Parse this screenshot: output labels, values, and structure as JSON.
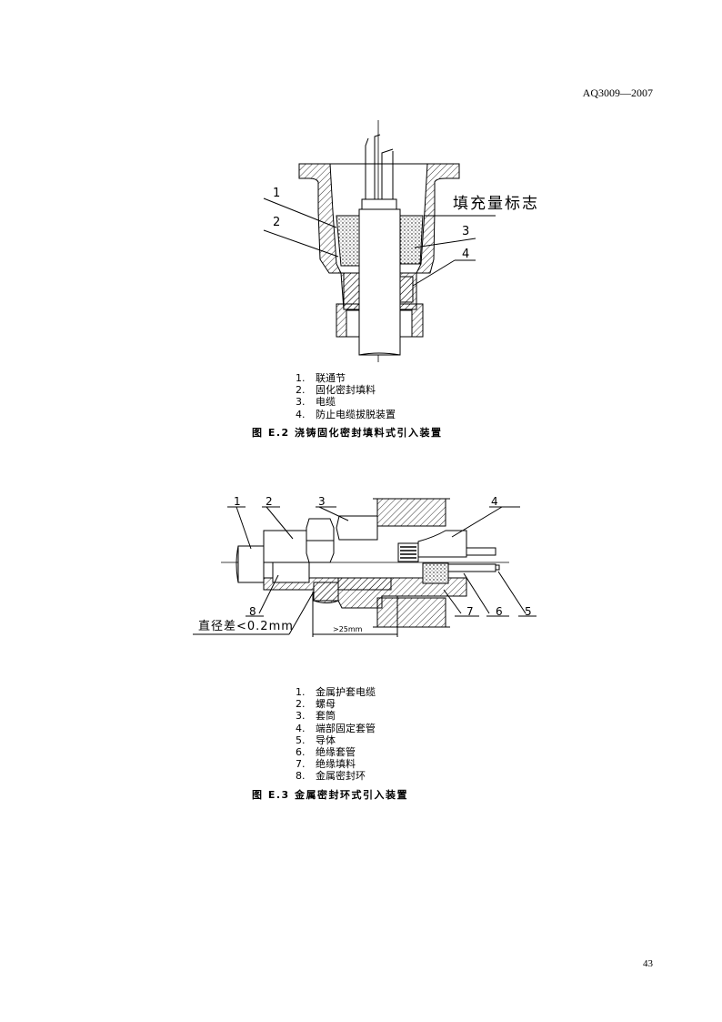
{
  "header": {
    "doc_id": "AQ3009—2007"
  },
  "figure1": {
    "callouts": [
      "1",
      "2",
      "3",
      "4"
    ],
    "annotation": "填充量标志",
    "legend": [
      {
        "n": "1.",
        "t": "联通节"
      },
      {
        "n": "2.",
        "t": "固化密封填料"
      },
      {
        "n": "3.",
        "t": "电缆"
      },
      {
        "n": "4.",
        "t": "防止电缆拔脱装置"
      }
    ],
    "caption": "图 E.2 浇铸固化密封填料式引入装置"
  },
  "figure2": {
    "callouts": [
      "1",
      "2",
      "3",
      "4",
      "5",
      "6",
      "7",
      "8"
    ],
    "annotation": "直径差<0.2mm",
    "dimension": ">25mm",
    "legend": [
      {
        "n": "1.",
        "t": "金属护套电缆"
      },
      {
        "n": "2.",
        "t": "螺母"
      },
      {
        "n": "3.",
        "t": "套筒"
      },
      {
        "n": "4.",
        "t": "端部固定套管"
      },
      {
        "n": "5.",
        "t": "导体"
      },
      {
        "n": "6.",
        "t": "绝缘套管"
      },
      {
        "n": "7.",
        "t": "绝缘填料"
      },
      {
        "n": "8.",
        "t": "金属密封环"
      }
    ],
    "caption": "图 E.3 金属密封环式引入装置"
  },
  "footer": {
    "page_number": "43"
  }
}
